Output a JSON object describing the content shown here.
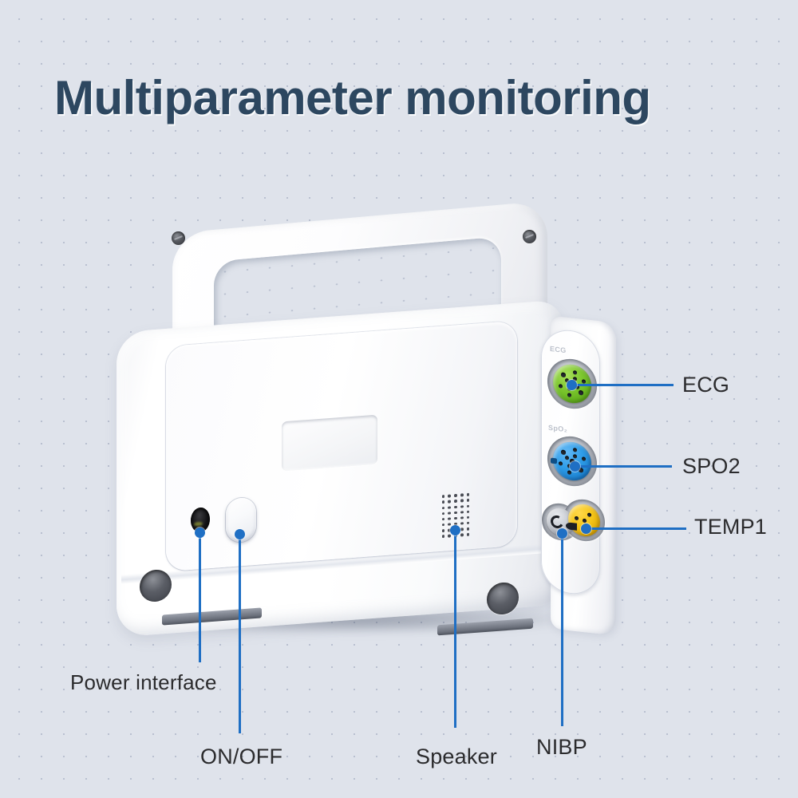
{
  "page": {
    "title": "Multiparameter monitoring",
    "background_color": "#dfe3eb",
    "title_color": "#2d4760",
    "callout_color": "#1f6fc4",
    "label_color": "#2b2b2d"
  },
  "device": {
    "type": "portable multiparameter patient monitor",
    "view": "rear three-quarter",
    "body_color": "#ffffff",
    "embossed_labels": {
      "ecg": "ECG",
      "spo2": "SpO₂"
    }
  },
  "callouts": [
    {
      "id": "ecg",
      "label": "ECG",
      "connector_color": "#7cc62e",
      "side": "right"
    },
    {
      "id": "spo2",
      "label": "SPO2",
      "connector_color": "#2f9de8",
      "side": "right"
    },
    {
      "id": "temp1",
      "label": "TEMP1",
      "connector_color": "#f5c518",
      "side": "right"
    },
    {
      "id": "nibp",
      "label": "NIBP",
      "connector_color": "#c8ccd3",
      "side": "bottom"
    },
    {
      "id": "speaker",
      "label": "Speaker",
      "connector_color": "#4a4d55",
      "side": "bottom"
    },
    {
      "id": "onoff",
      "label": "ON/OFF",
      "connector_color": "#f2f4f7",
      "side": "bottom"
    },
    {
      "id": "power",
      "label": "Power interface",
      "connector_color": "#000000",
      "side": "bottom"
    }
  ]
}
